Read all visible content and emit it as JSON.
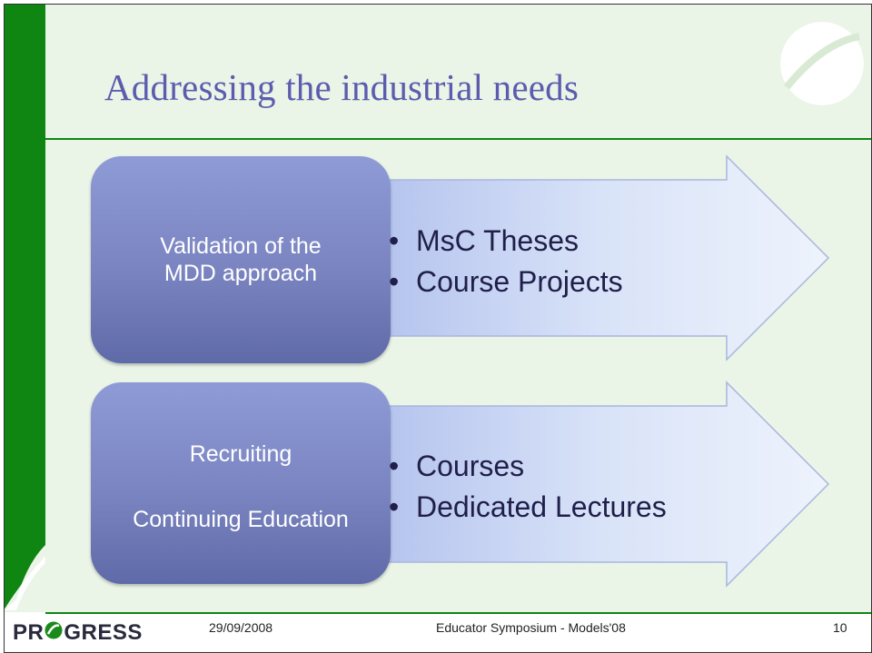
{
  "slide": {
    "title": "Addressing the industrial needs",
    "rows": [
      {
        "label_lines": [
          "Validation of the",
          "MDD approach"
        ],
        "bullets": [
          "MsC Theses",
          "Course Projects"
        ]
      },
      {
        "label_lines": [
          "Recruiting",
          "Continuing Education"
        ],
        "bullets": [
          "Courses",
          "Dedicated Lectures"
        ]
      }
    ],
    "bullet_char": "•"
  },
  "footer": {
    "logo_left": "PR",
    "logo_right": "GRESS",
    "date": "29/09/2008",
    "event": "Educator Symposium - Models'08",
    "page_number": "10"
  },
  "colors": {
    "sidebar_green": "#0f8512",
    "background": "#eaf4e7",
    "title": "#5b5cae"
  }
}
